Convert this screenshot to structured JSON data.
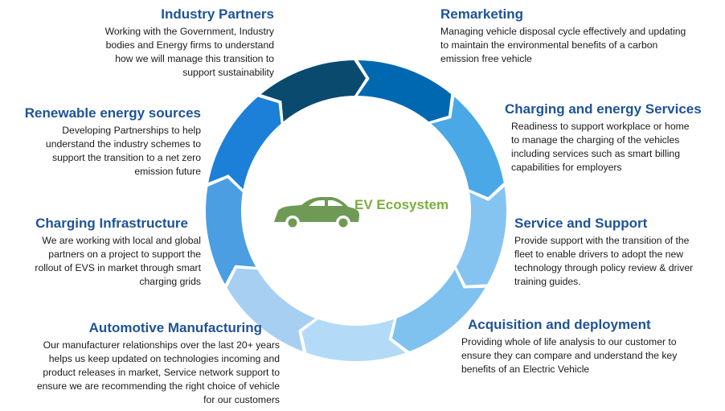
{
  "center": {
    "label": "EV Ecosystem",
    "icon": "car-icon"
  },
  "colors": {
    "title": "#1f5397",
    "car": "#6e9a55",
    "center_label": "#7cae3f",
    "segments": [
      "#0a4a6e",
      "#0068b0",
      "#4aa8e6",
      "#85c4f1",
      "#7fc1ef",
      "#b3dbf7",
      "#a7cff2",
      "#4c9ee2",
      "#1c80d8"
    ]
  },
  "sections": [
    {
      "id": "industry-partners",
      "title": "Industry Partners",
      "lines": [
        "Working with the Government, Industry",
        "bodies and Energy firms to understand",
        "how we will manage this transition to",
        "support sustainability"
      ]
    },
    {
      "id": "remarketing",
      "title": "Remarketing",
      "lines": [
        "Managing vehicle disposal cycle effectively and updating",
        "to maintain the environmental benefits of a carbon",
        "emission free vehicle"
      ]
    },
    {
      "id": "charging-energy-services",
      "title": "Charging and energy Services",
      "lines": [
        "Readiness to support workplace or home",
        "to manage the charging of the vehicles",
        "including services such as smart billing",
        "capabilities for employers"
      ]
    },
    {
      "id": "service-support",
      "title": "Service and Support",
      "lines": [
        "Provide support with the transition of the",
        "fleet to enable drivers to adopt the new",
        "technology through policy review & driver",
        "training guides."
      ]
    },
    {
      "id": "acquisition-deployment",
      "title": "Acquisition and deployment",
      "lines": [
        "Providing whole of life analysis to our customer to",
        "ensure they can compare and understand the key",
        "benefits of an Electric Vehicle"
      ]
    },
    {
      "id": "automotive-manufacturing",
      "title": "Automotive Manufacturing",
      "lines": [
        "Our manufacturer relationships over the last 20+ years",
        "helps us keep updated on technologies incoming and",
        "product releases in market, Service network support to",
        "ensure we are recommending the right choice of vehicle",
        "for our customers"
      ]
    },
    {
      "id": "charging-infrastructure",
      "title": "Charging Infrastructure",
      "lines": [
        "We are working with local and global",
        "partners on a project to support the",
        "rollout of EVS in market through smart",
        "charging grids"
      ]
    },
    {
      "id": "renewable-energy",
      "title": "Renewable energy sources",
      "lines": [
        "Developing Partnerships to help",
        "understand the industry schemes to",
        "support the transition to a net zero",
        "emission future"
      ]
    }
  ]
}
